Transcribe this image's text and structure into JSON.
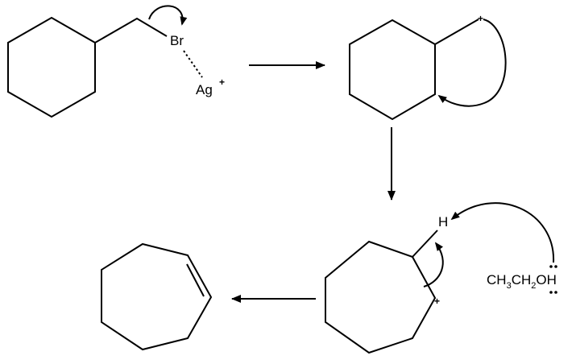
{
  "labels": {
    "bromine": "Br",
    "silver": "Ag",
    "silver_charge": "+",
    "carbocation_charge_1": "+",
    "hydrogen": "H",
    "carbocation_charge_2": "+",
    "ethanol": {
      "ch": "CH",
      "sub3": "3",
      "ch2": "CH",
      "sub2": "2",
      "oh": "OH"
    }
  }
}
